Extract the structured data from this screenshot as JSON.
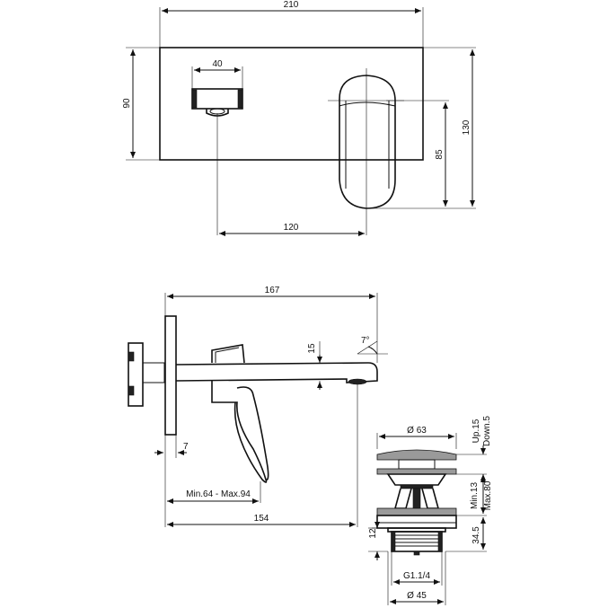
{
  "top_view": {
    "width": "210",
    "height_plate": "90",
    "inlet_width": "40",
    "total_height": "130",
    "lever_height": "85",
    "spout_offset": "120"
  },
  "side_view": {
    "length": "167",
    "spout_height": "15",
    "angle": "7°",
    "plate_thickness": "7",
    "wall_depth": "Min.64 - Max.94",
    "spout_reach": "154"
  },
  "drain": {
    "diameter_top": "Ø 63",
    "up": "Up.15",
    "down": "Down.5",
    "min": "Min.13",
    "max": "Max.80",
    "dim_12": "12",
    "dim_345": "34.5",
    "thread": "G1.1/4",
    "diameter_bottom": "Ø 45"
  }
}
